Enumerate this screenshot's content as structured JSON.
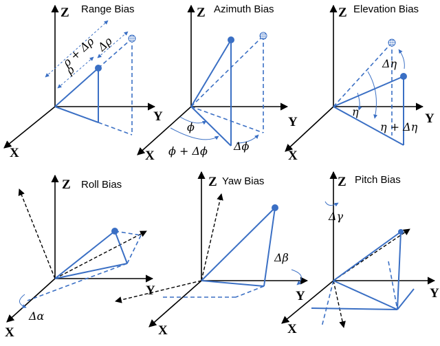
{
  "colors": {
    "vector": "#3a6fc4",
    "axis": "#000000"
  },
  "axis_labels": {
    "x": "X",
    "y": "Y",
    "z": "Z"
  },
  "panels": [
    {
      "title": "Range Bias",
      "labels": [
        "ρ + Δρ",
        "Δρ",
        "ρ"
      ]
    },
    {
      "title": "Azimuth Bias",
      "labels": [
        "ϕ",
        "ϕ + Δϕ",
        "Δϕ"
      ]
    },
    {
      "title": "Elevation Bias",
      "labels": [
        "Δη",
        "η",
        "η + Δη"
      ]
    },
    {
      "title": "Roll Bias",
      "labels": [
        "Δα"
      ]
    },
    {
      "title": "Yaw Bias",
      "labels": [
        "Δβ"
      ]
    },
    {
      "title": "Pitch Bias",
      "labels": [
        "Δγ"
      ]
    }
  ]
}
